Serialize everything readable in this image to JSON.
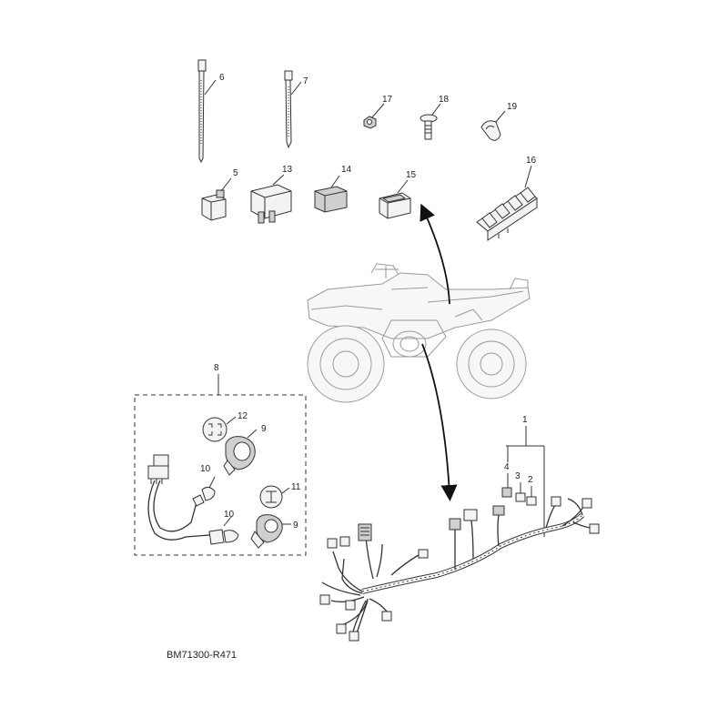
{
  "diagram": {
    "code": "BM71300-R471",
    "callouts": {
      "c1": "1",
      "c2": "2",
      "c3": "3",
      "c4": "4",
      "c5": "5",
      "c6": "6",
      "c7": "7",
      "c8": "8",
      "c9a": "9",
      "c9b": "9",
      "c10a": "10",
      "c10b": "10",
      "c11": "11",
      "c12": "12",
      "c13": "13",
      "c14": "14",
      "c15": "15",
      "c16": "16",
      "c17": "17",
      "c18": "18",
      "c19": "19"
    }
  }
}
